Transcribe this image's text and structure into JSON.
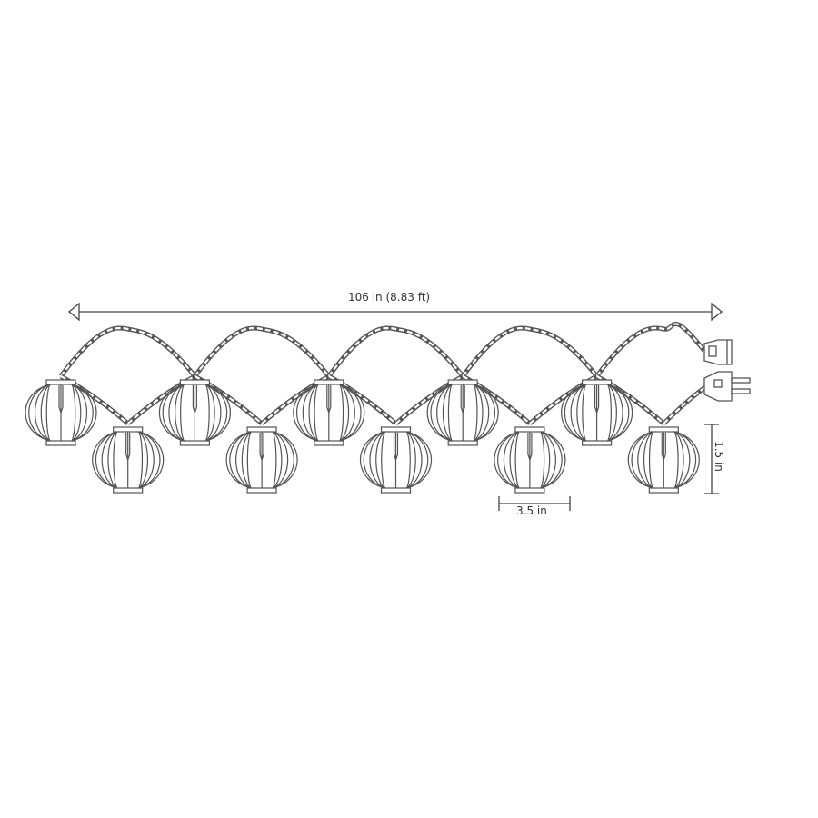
{
  "dimensions": {
    "total_length_label": "106 in (8.83 ft)",
    "lantern_width_label": "3.5 in",
    "lantern_height_label": "1.5 in"
  },
  "lantern_count": 10,
  "colors": {
    "line": "#555555",
    "fill": "#ffffff"
  }
}
